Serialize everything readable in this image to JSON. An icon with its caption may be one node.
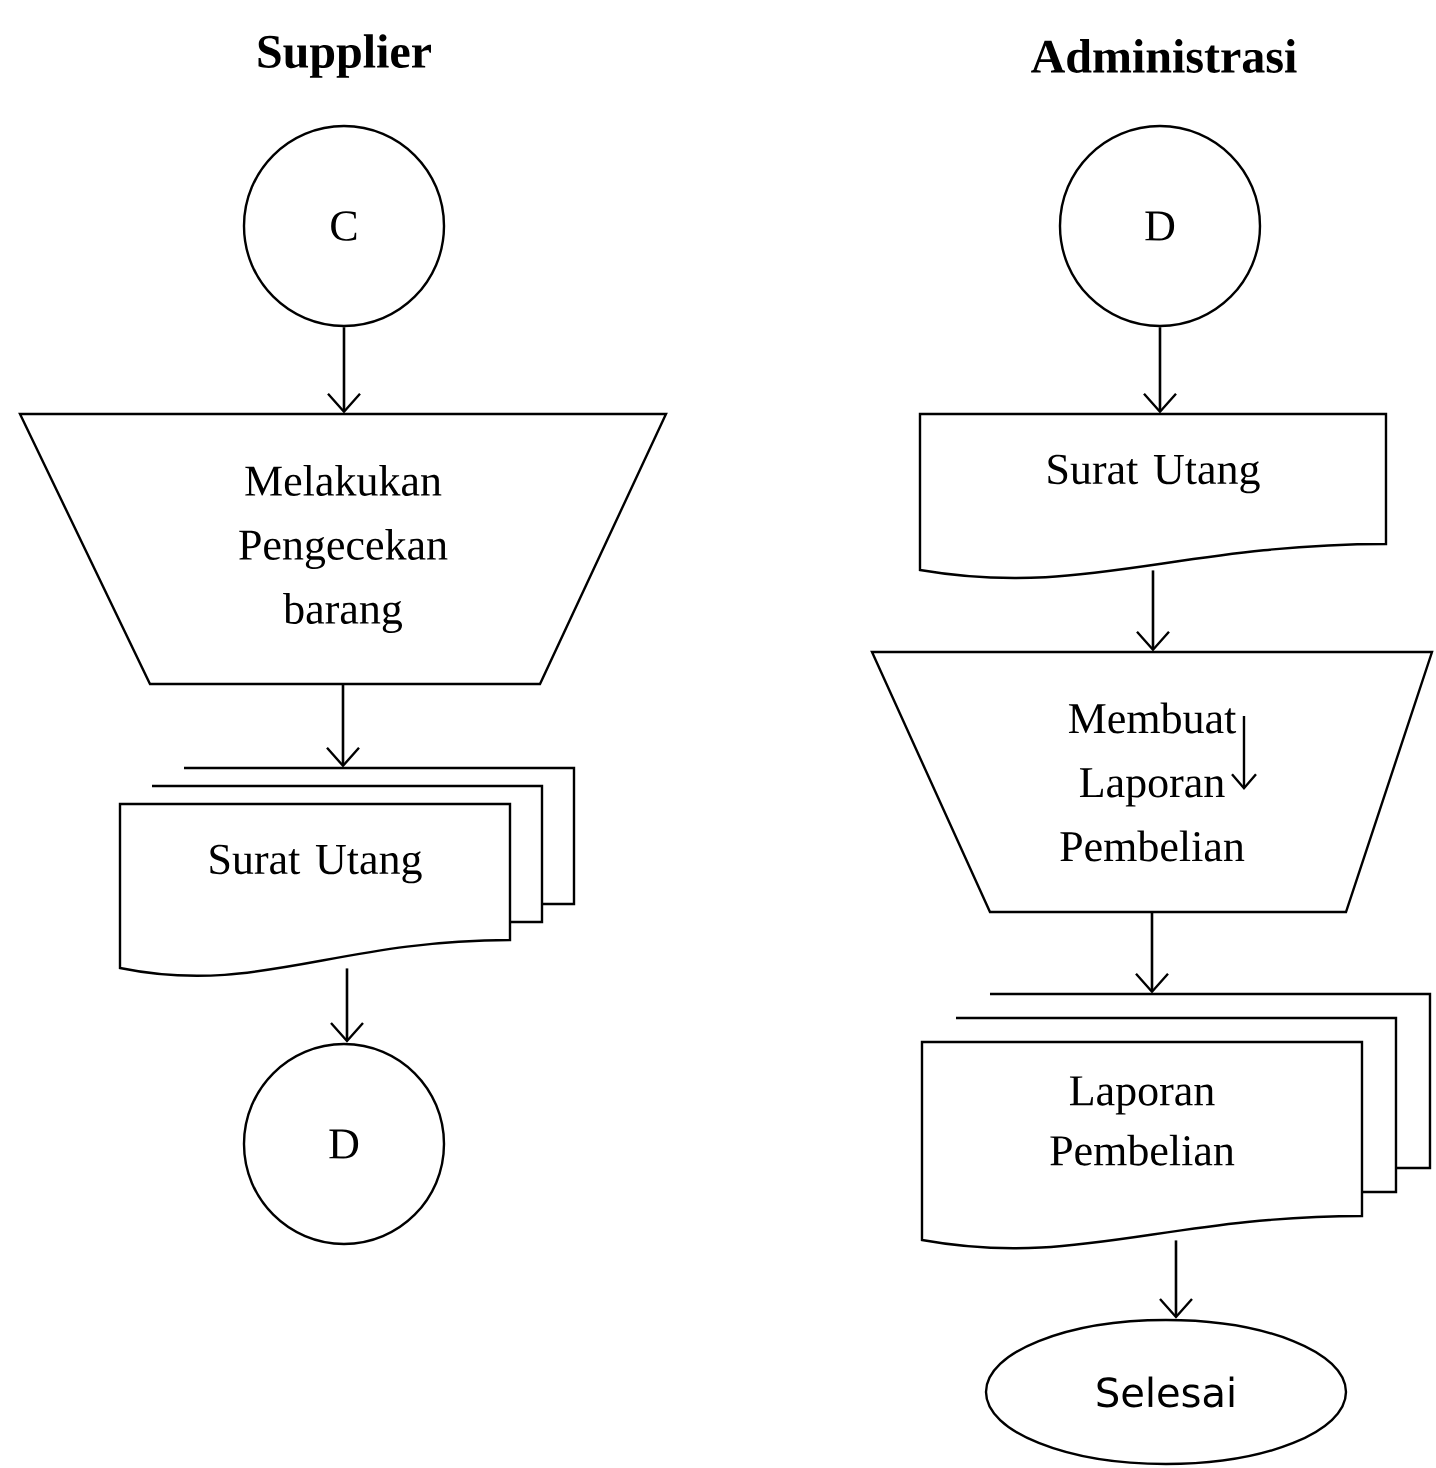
{
  "diagram": {
    "nodes": [
      {
        "text": [
          "C"
        ]
      },
      {
        "text": [
          "Melakukan Pengecekan barang"
        ]
      },
      {
        "text": [
          "Surat Utang"
        ]
      },
      {
        "text": [
          "D"
        ]
      },
      {
        "text": [
          "D"
        ]
      },
      {
        "text": [
          "Surat Utang"
        ]
      },
      {
        "text": [
          "Membuat Laporan Pembelian"
        ]
      },
      {
        "text": [
          "Laporan Pembelian"
        ]
      },
      {
        "text": [
          "Selesai"
        ]
      }
    ],
    "edges": [
      {
        "from": 0,
        "to": 1,
        "arrow": "to"
      },
      {
        "from": 1,
        "to": 2,
        "arrow": "to"
      },
      {
        "from": 2,
        "to": 3,
        "arrow": "to"
      },
      {
        "from": 4,
        "to": 5,
        "arrow": "to"
      },
      {
        "from": 5,
        "to": 6,
        "arrow": "to"
      },
      {
        "from": 6,
        "to": 7,
        "arrow": "to"
      },
      {
        "from": 7,
        "to": 8,
        "arrow": "to"
      }
    ],
    "labels": [
      "Supplier",
      "Administrasi"
    ]
  }
}
